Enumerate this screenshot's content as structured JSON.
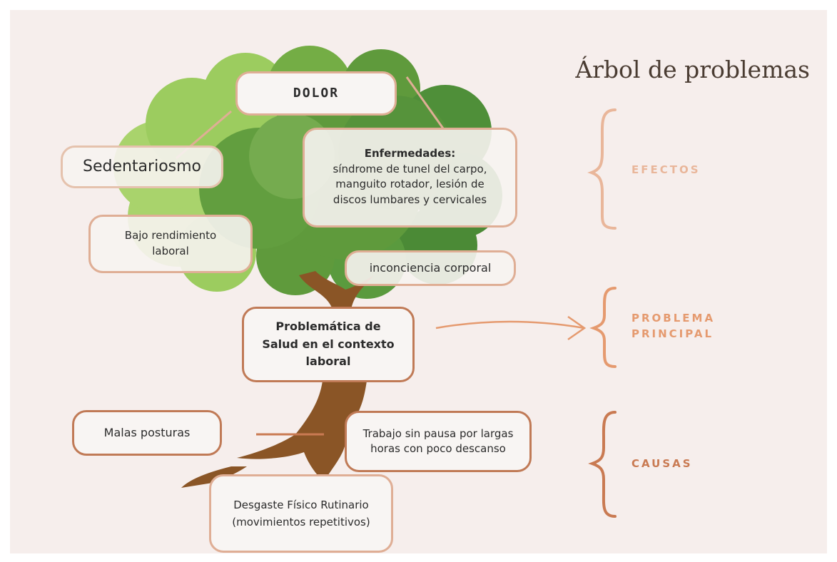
{
  "title": "Árbol de problemas",
  "effects": {
    "dolor": "DOLOR",
    "sedentarismo": "Sedentariosmo",
    "bajo_rendimiento": "Bajo rendimiento laboral",
    "enfermedades_title": "Enfermedades:",
    "enfermedades_text": "síndrome de tunel del carpo, manguito rotador, lesión de discos lumbares y cervicales",
    "inconciencia": "inconciencia corporal"
  },
  "main_problem": "Problemática de Salud en el contexto laboral",
  "causes": {
    "malas_posturas": "Malas posturas",
    "trabajo_sin_pausa": "Trabajo sin pausa por largas horas con poco descanso",
    "desgaste": "Desgaste Físico Rutinario (movimientos repetitivos)"
  },
  "legend": {
    "efectos": "EFECTOS",
    "problema_line1": "PROBLEMA",
    "problema_line2": "PRINCIPAL",
    "causas": "CAUSAS"
  },
  "colors": {
    "background": "#f6eeec",
    "box_border_light": "#dfae95",
    "box_border_dark": "#c07a56",
    "foliage_light": "#9ccc5f",
    "foliage_mid": "#5f9a3c",
    "foliage_dark": "#4b8a36",
    "trunk": "#8a5526",
    "efectos_label": "#e9b69a",
    "problema_label": "#e59a6f",
    "causas_label": "#c97a52"
  }
}
